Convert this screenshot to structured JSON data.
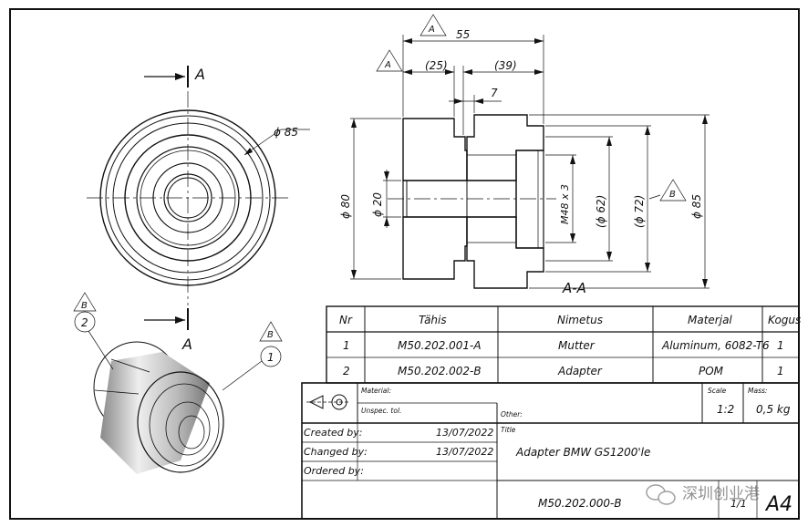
{
  "section_marks": {
    "top": "A",
    "bottom": "A",
    "section_title": "A-A"
  },
  "datum_labels": {
    "a": "A",
    "b": "B"
  },
  "front_view": {
    "diameter": "ϕ 85"
  },
  "section_view": {
    "overall_length": "55",
    "left_part_length": "(25)",
    "right_part_length": "(39)",
    "step_length": "7",
    "dia_80": "ϕ 80",
    "dia_20": "ϕ 20",
    "thread": "M48 x 3",
    "dia_62": "(ϕ 62)",
    "dia_72": "(ϕ 72)",
    "dia_85": "ϕ 85"
  },
  "balloons": [
    {
      "num": "1",
      "datum": "B"
    },
    {
      "num": "2",
      "datum": "B"
    }
  ],
  "parts_table": {
    "headers": [
      "Nr",
      "Tähis",
      "Nimetus",
      "Materjal",
      "Kogus"
    ],
    "rows": [
      [
        "1",
        "M50.202.001-A",
        "Mutter",
        "Aluminum, 6082-T6",
        "1"
      ],
      [
        "2",
        "M50.202.002-B",
        "Adapter",
        "POM",
        "1"
      ]
    ]
  },
  "title_block": {
    "material_label": "Material:",
    "unspec_tol_label": "Unspec. tol.",
    "other_label": "Other:",
    "scale_label": "Scale",
    "scale_value": "1:2",
    "mass_label": "Mass:",
    "mass_value": "0,5 kg",
    "created_label": "Created by:",
    "created_date": "13/07/2022",
    "changed_label": "Changed by:",
    "changed_date": "13/07/2022",
    "ordered_label": "Ordered by:",
    "title_label": "Title",
    "title_value": "Adapter BMW GS1200'le",
    "drawing_number": "M50.202.000-B",
    "sheet": "1/1",
    "format": "A4"
  },
  "watermark": "深圳创业港"
}
